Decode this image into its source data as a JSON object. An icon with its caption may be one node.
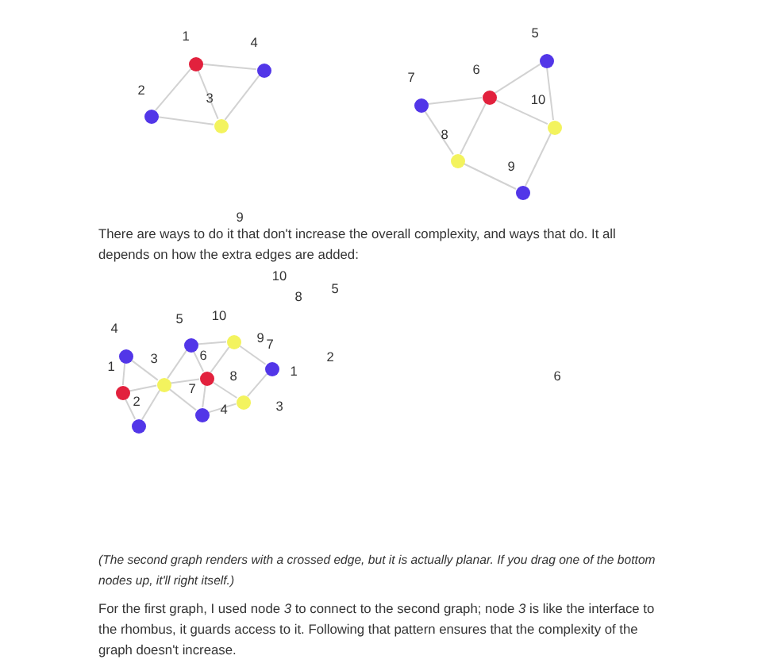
{
  "diagram": {
    "nodes": [
      {
        "text": [],
        "shape": "circle",
        "beside": [
          "1"
        ]
      },
      {
        "text": [],
        "shape": "circle",
        "beside": [
          "2"
        ]
      },
      {
        "text": [],
        "shape": "circle",
        "beside": [
          "3"
        ]
      },
      {
        "text": [],
        "shape": "circle",
        "beside": [
          "4"
        ]
      },
      {
        "text": [],
        "shape": "circle",
        "beside": [
          "5"
        ]
      },
      {
        "text": [],
        "shape": "circle",
        "beside": [
          "6"
        ]
      },
      {
        "text": [],
        "shape": "circle",
        "beside": [
          "7"
        ]
      },
      {
        "text": [],
        "shape": "circle",
        "beside": [
          "8"
        ]
      },
      {
        "text": [],
        "shape": "circle",
        "beside": [
          "9"
        ]
      },
      {
        "text": [],
        "shape": "circle",
        "beside": [
          "10"
        ]
      },
      {
        "text": [],
        "shape": "circle"
      },
      {
        "text": [],
        "shape": "circle"
      },
      {
        "text": [],
        "shape": "circle"
      },
      {
        "text": [],
        "shape": "circle"
      },
      {
        "text": [],
        "shape": "circle"
      },
      {
        "text": [],
        "shape": "circle"
      },
      {
        "text": [],
        "shape": "circle"
      },
      {
        "text": [],
        "shape": "circle"
      },
      {
        "text": [],
        "shape": "circle"
      },
      {
        "text": [],
        "shape": "circle"
      }
    ],
    "edges": [
      {
        "from": 0,
        "to": 3,
        "arrow": "none"
      },
      {
        "from": 0,
        "to": 1,
        "arrow": "none"
      },
      {
        "from": 0,
        "to": 2,
        "arrow": "none"
      },
      {
        "from": 3,
        "to": 2,
        "arrow": "none"
      },
      {
        "from": 1,
        "to": 2,
        "arrow": "none"
      },
      {
        "from": 5,
        "to": 4,
        "arrow": "none"
      },
      {
        "from": 5,
        "to": 6,
        "arrow": "none"
      },
      {
        "from": 5,
        "to": 9,
        "arrow": "none"
      },
      {
        "from": 5,
        "to": 7,
        "arrow": "none"
      },
      {
        "from": 4,
        "to": 9,
        "arrow": "none"
      },
      {
        "from": 6,
        "to": 7,
        "arrow": "none"
      },
      {
        "from": 7,
        "to": 8,
        "arrow": "none"
      },
      {
        "from": 9,
        "to": 8,
        "arrow": "none"
      },
      {
        "from": 10,
        "to": 11,
        "arrow": "none"
      },
      {
        "from": 10,
        "to": 12,
        "arrow": "none"
      },
      {
        "from": 10,
        "to": 13,
        "arrow": "none"
      },
      {
        "from": 11,
        "to": 13,
        "arrow": "none"
      },
      {
        "from": 12,
        "to": 13,
        "arrow": "none"
      },
      {
        "from": 16,
        "to": 15,
        "arrow": "none"
      },
      {
        "from": 16,
        "to": 14,
        "arrow": "none"
      },
      {
        "from": 16,
        "to": 18,
        "arrow": "none"
      },
      {
        "from": 16,
        "to": 17,
        "arrow": "none"
      },
      {
        "from": 15,
        "to": 18,
        "arrow": "none"
      },
      {
        "from": 14,
        "to": 17,
        "arrow": "none"
      },
      {
        "from": 17,
        "to": 19,
        "arrow": "none"
      },
      {
        "from": 18,
        "to": 19,
        "arrow": "none"
      },
      {
        "from": 13,
        "to": 14,
        "arrow": "none"
      },
      {
        "from": 13,
        "to": 16,
        "arrow": "none"
      },
      {
        "from": 13,
        "to": 15,
        "arrow": "none"
      }
    ],
    "labels": [
      "9",
      "There are ways to do it that don't increase the overall complexity, and ways that do. It all depends on how the extra edges are added:",
      "10",
      "5",
      "8",
      "10",
      "5",
      "4",
      "9",
      "7",
      "6",
      "2",
      "3",
      "1",
      "1",
      "6",
      "8",
      "7",
      "2",
      "3",
      "4",
      "(The second graph renders with a crossed edge, but it is actually planar. If you drag one of the bottom nodes up, it'll right itself.)",
      "For the first graph, I used node *3* to connect to the second graph; node *3* is like the interface to the rhombus, it guards access to it. Following that pattern ensures that the complexity of the graph doesn't increase."
    ]
  }
}
